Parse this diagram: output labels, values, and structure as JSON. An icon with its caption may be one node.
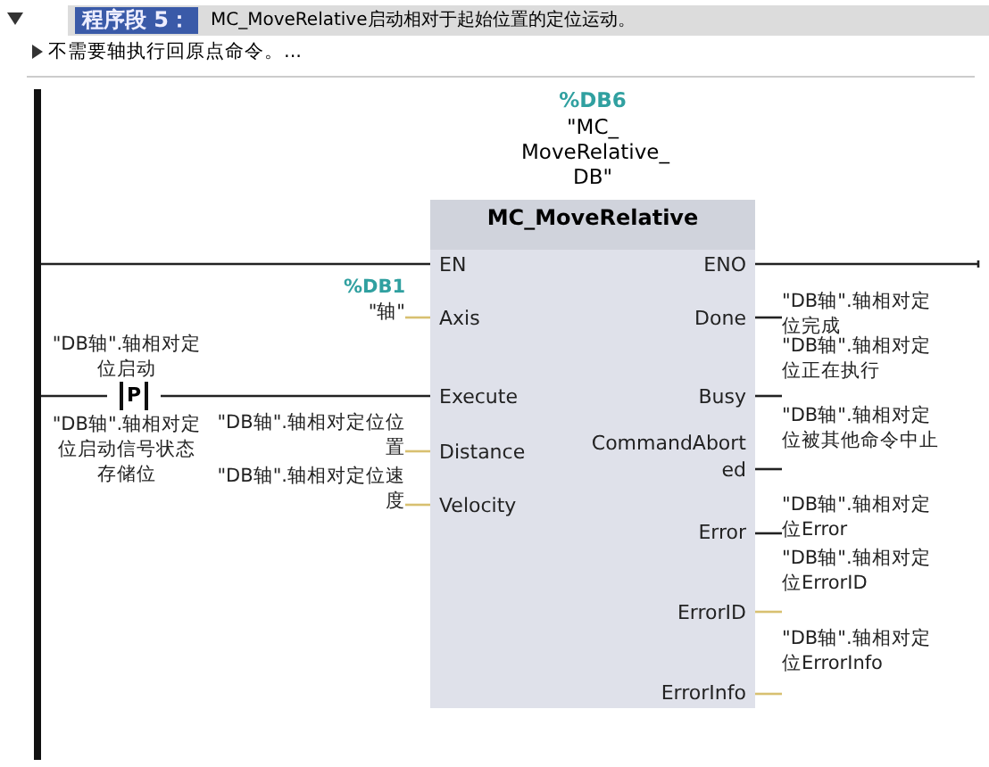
{
  "diagram": {
    "title": "程序段 5：",
    "nodes": [
      {
        "text": [],
        "shape": "bar"
      },
      {
        "text": [
          "MC_MoveRelative"
        ]
      },
      {
        "text": [
          "EN"
        ],
        "in": 1
      },
      {
        "text": [
          "ENO"
        ],
        "in": 1
      },
      {
        "text": [
          "%DB1",
          "\"轴\""
        ]
      },
      {
        "text": [
          "Axis"
        ],
        "in": 1
      },
      {
        "text": [
          "Done"
        ],
        "in": 1
      },
      {
        "text": [
          "\"DB轴\".轴相对定位完成"
        ]
      },
      {
        "text": [
          "P"
        ],
        "beside": [
          "\"DB轴\".轴相对定位启动",
          "\"DB轴\".轴相对定位启动信号状态存储位"
        ]
      },
      {
        "text": [
          "Execute"
        ],
        "in": 1
      },
      {
        "text": [
          "Busy"
        ],
        "in": 1
      },
      {
        "text": [
          "\"DB轴\".轴相对定位正在执行"
        ]
      },
      {
        "text": [
          "\"DB轴\".轴相对定位位置"
        ]
      },
      {
        "text": [
          "Distance"
        ],
        "in": 1
      },
      {
        "text": [
          "CommandAbort ed"
        ],
        "in": 1
      },
      {
        "text": [
          "\"DB轴\".轴相对定位被其他命令中止"
        ]
      },
      {
        "text": [
          "\"DB轴\".轴相对定位速度"
        ]
      },
      {
        "text": [
          "Velocity"
        ],
        "in": 1
      },
      {
        "text": [
          "Error"
        ],
        "in": 1
      },
      {
        "text": [
          "\"DB轴\".轴相对定位Error"
        ]
      },
      {
        "text": [
          "ErrorID"
        ],
        "in": 1
      },
      {
        "text": [
          "\"DB轴\".轴相对定位ErrorID"
        ]
      },
      {
        "text": [
          "ErrorInfo"
        ],
        "in": 1
      },
      {
        "text": [
          "\"DB轴\".轴相对定位ErrorInfo"
        ]
      }
    ],
    "edges": [
      {
        "from": 0,
        "to": 2,
        "arrow": "none"
      },
      {
        "from": 3,
        "to": null,
        "arrow": "none"
      },
      {
        "from": 4,
        "to": 5,
        "arrow": "none",
        "color": "#d8c070"
      },
      {
        "from": 6,
        "to": 7,
        "arrow": "none"
      },
      {
        "from": 0,
        "to": 8,
        "arrow": "none"
      },
      {
        "from": 8,
        "to": 9,
        "arrow": "none"
      },
      {
        "from": 10,
        "to": 11,
        "arrow": "none"
      },
      {
        "from": 12,
        "to": 13,
        "arrow": "none",
        "color": "#d8c070"
      },
      {
        "from": 14,
        "to": 15,
        "arrow": "none"
      },
      {
        "from": 16,
        "to": 17,
        "arrow": "none",
        "color": "#d8c070"
      },
      {
        "from": 18,
        "to": 19,
        "arrow": "none"
      },
      {
        "from": 20,
        "to": 21,
        "arrow": "none",
        "color": "#d8c070"
      },
      {
        "from": 22,
        "to": 23,
        "arrow": "none",
        "color": "#d8c070"
      }
    ],
    "labels": [
      "MC_MoveRelative启动相对于起始位置的定位运动。",
      "不需要轴执行回原点命令。...",
      "%DB6",
      "\"MC_ MoveRelative_ DB\""
    ]
  }
}
